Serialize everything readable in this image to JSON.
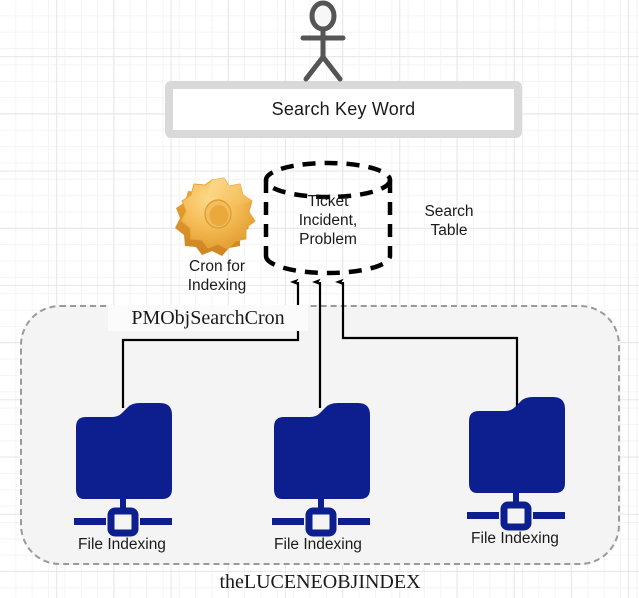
{
  "diagram": {
    "title_label": "Search Key Word",
    "actor": {
      "icon": "stick-figure-user-icon"
    },
    "search_box": {
      "label": "Search Key Word"
    },
    "datastore": {
      "icon": "cylinder-database-icon",
      "label": "Ticket\nIncident,\nProblem"
    },
    "search_table_label": "Search\nTable",
    "cron": {
      "icon": "gear-icon",
      "label": "Cron for\nIndexing"
    },
    "group": {
      "top_label": "PMObjSearchCron",
      "bottom_label": "theLUCENEOBJINDEX"
    },
    "folders": [
      {
        "icon": "network-folder-icon",
        "label": "File Indexing"
      },
      {
        "icon": "network-folder-icon",
        "label": "File Indexing"
      },
      {
        "icon": "network-folder-icon",
        "label": "File Indexing"
      }
    ],
    "colors": {
      "folder_blue": "#0d1f8f",
      "gear_gold": "#f0b64a",
      "actor_gray": "#555555",
      "box_border_gray": "#d9d9d9",
      "group_fill": "#f4f4f4",
      "group_border": "#9a9a9a",
      "connector_black": "#000000",
      "grid_minor": "#f4f4f4",
      "grid_major": "#e6e6e6"
    }
  }
}
